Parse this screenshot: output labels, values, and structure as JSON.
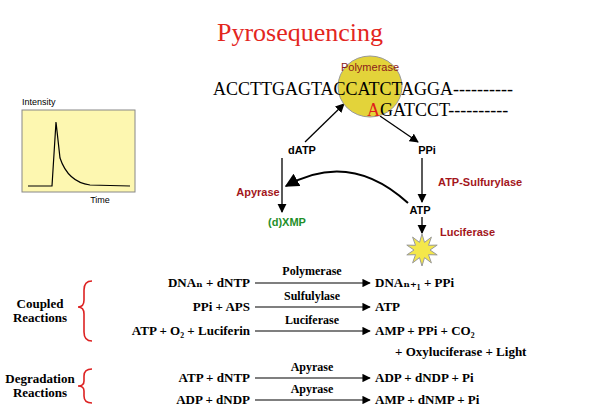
{
  "diagram": {
    "title": "Pyrosequencing",
    "nodes": [
      {
        "text": [
          "Polymerase"
        ]
      }
    ],
    "labels": [
      "Intensity",
      "Time",
      "ACCTTGAGTACCATCTAGGA----------",
      "A",
      "GATCCT----------",
      "dATP",
      "PPi",
      "Apyrase",
      "ATP-Sulfurylase",
      "ATP",
      "Luciferase",
      "(d)XMP",
      "DNAₙ + dNTP",
      "Polymerase",
      "DNAₙ₊₁ + PPi",
      "Coupled Reactions",
      "PPi + APS",
      "Sulfulylase",
      "ATP",
      "ATP + O₂ + Luciferin",
      "Luciferase",
      "AMP + PPi + CO₂",
      "+ Oxyluciferase + Light",
      "Degradation Reactions",
      "ATP + dNTP",
      "Apyrase",
      "ADP + dNDP + Pi",
      "ADP + dNDP",
      "Apyrase",
      "AMP + dNMP + Pi"
    ]
  }
}
